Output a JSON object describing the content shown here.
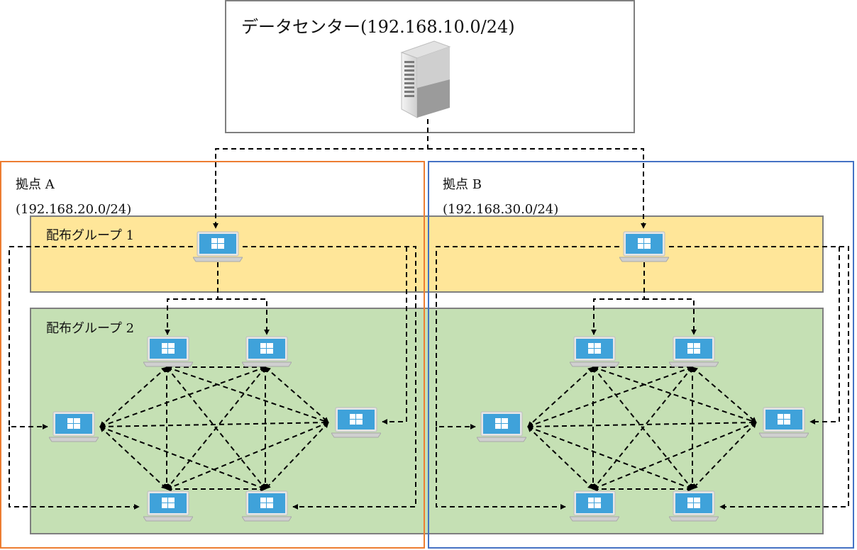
{
  "datacenter": {
    "label": "データセンター(192.168.10.0/24)"
  },
  "sites": [
    {
      "name": "拠点 A",
      "subnet": "(192.168.20.0/24)",
      "border_color": "#ED7D31",
      "group1_label": "配布グループ 1",
      "group2_label": "配布グループ 2"
    },
    {
      "name": "拠点 B",
      "subnet": "(192.168.30.0/24)",
      "border_color": "#4472C4"
    }
  ],
  "colors": {
    "group1_fill": "#FFE699",
    "group2_fill": "#C5E0B4",
    "group_border": "#7F7F7F",
    "laptop_screen": "#3FA2DA",
    "laptop_body": "#D0D0D0",
    "connector": "#000000"
  },
  "icons": {
    "server": "server-tower-icon",
    "laptop": "windows-laptop-icon"
  }
}
